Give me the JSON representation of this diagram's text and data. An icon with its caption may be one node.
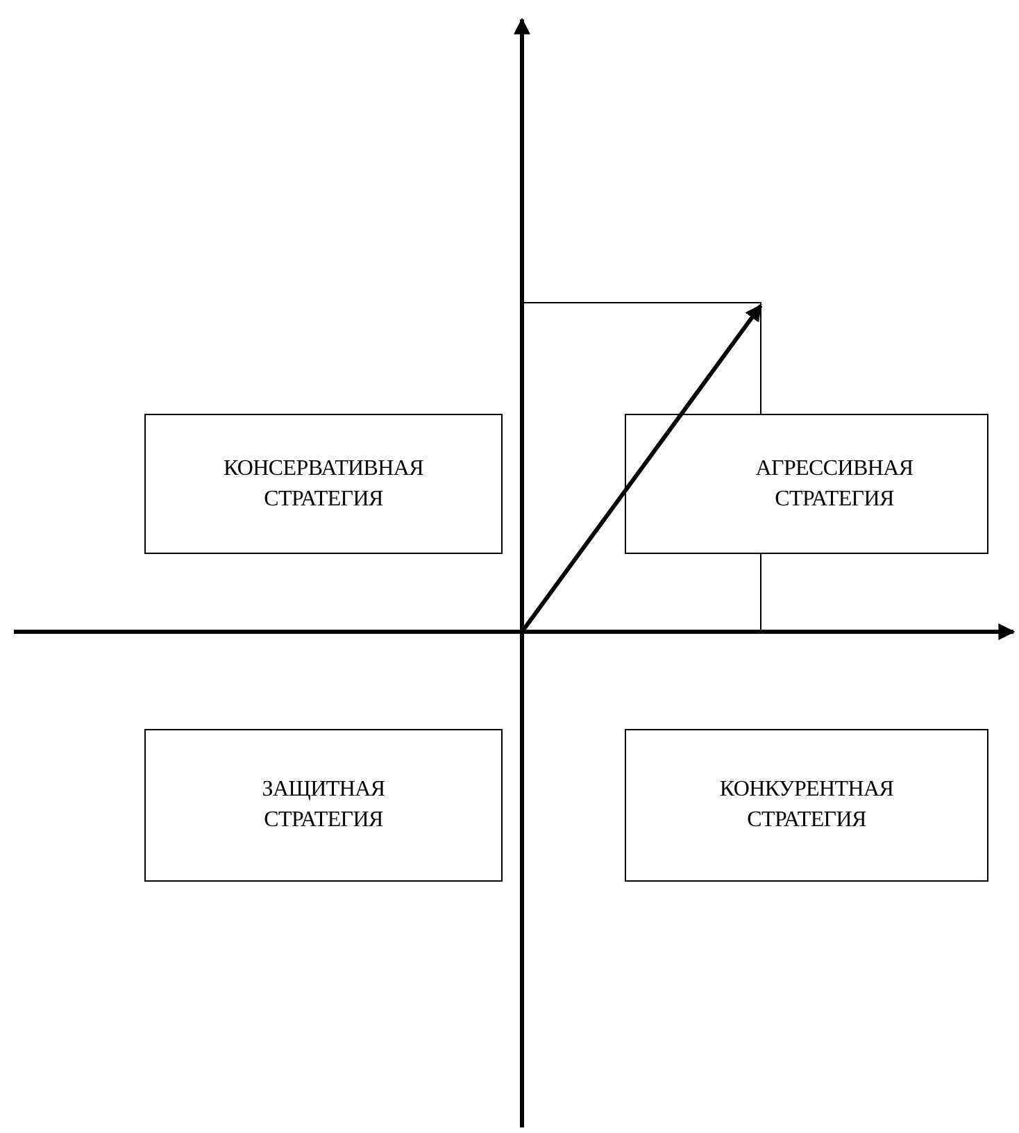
{
  "diagram": {
    "nodes": [
      {
        "text": [
          "КОНСЕРВАТИВНАЯ СТРАТЕГИЯ"
        ]
      },
      {
        "text": [
          "АГРЕССИВНАЯ СТРАТЕГИЯ"
        ]
      },
      {
        "text": [
          "ЗАЩИТНАЯ СТРАТЕГИЯ"
        ]
      },
      {
        "text": [
          "КОНКУРЕНТНАЯ СТРАТЕГИЯ"
        ]
      }
    ]
  }
}
